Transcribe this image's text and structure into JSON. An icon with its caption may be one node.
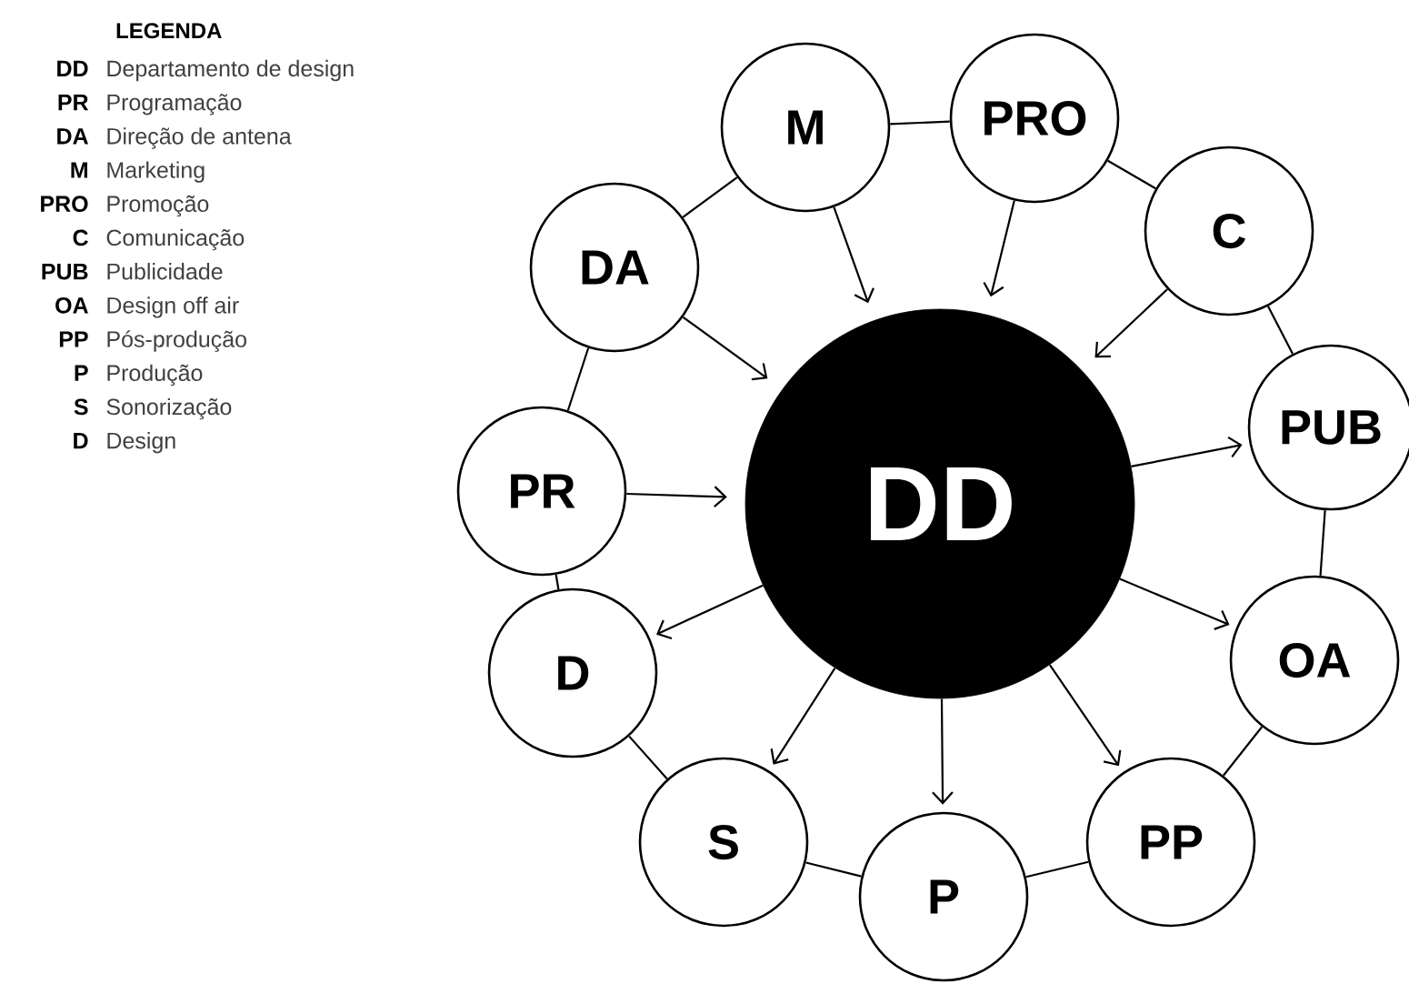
{
  "diagram": {
    "nodes": [
      {
        "text": [
          "DD"
        ]
      },
      {
        "text": [
          "M"
        ]
      },
      {
        "text": [
          "PRO"
        ]
      },
      {
        "text": [
          "C"
        ]
      },
      {
        "text": [
          "PUB"
        ]
      },
      {
        "text": [
          "OA"
        ]
      },
      {
        "text": [
          "PP"
        ]
      },
      {
        "text": [
          "P"
        ]
      },
      {
        "text": [
          "S"
        ]
      },
      {
        "text": [
          "D"
        ]
      },
      {
        "text": [
          "PR"
        ]
      },
      {
        "text": [
          "DA"
        ]
      }
    ],
    "edges": [
      {
        "from": 1,
        "to": 2,
        "arrow": "none"
      },
      {
        "from": 2,
        "to": 3,
        "arrow": "none"
      },
      {
        "from": 3,
        "to": 4,
        "arrow": "none"
      },
      {
        "from": 4,
        "to": 5,
        "arrow": "none"
      },
      {
        "from": 5,
        "to": 6,
        "arrow": "none"
      },
      {
        "from": 6,
        "to": 7,
        "arrow": "none"
      },
      {
        "from": 7,
        "to": 8,
        "arrow": "none"
      },
      {
        "from": 8,
        "to": 9,
        "arrow": "none"
      },
      {
        "from": 9,
        "to": 10,
        "arrow": "none"
      },
      {
        "from": 10,
        "to": 11,
        "arrow": "none"
      },
      {
        "from": 11,
        "to": 1,
        "arrow": "none"
      },
      {
        "from": 1,
        "to": 0,
        "arrow": "to"
      },
      {
        "from": 2,
        "to": 0,
        "arrow": "to"
      },
      {
        "from": 3,
        "to": 0,
        "arrow": "to"
      },
      {
        "from": 11,
        "to": 0,
        "arrow": "to"
      },
      {
        "from": 10,
        "to": 0,
        "arrow": "to"
      },
      {
        "from": 0,
        "to": 4,
        "arrow": "to"
      },
      {
        "from": 0,
        "to": 5,
        "arrow": "to"
      },
      {
        "from": 0,
        "to": 6,
        "arrow": "to"
      },
      {
        "from": 0,
        "to": 7,
        "arrow": "to"
      },
      {
        "from": 0,
        "to": 8,
        "arrow": "to"
      },
      {
        "from": 0,
        "to": 9,
        "arrow": "to"
      }
    ],
    "labels": [
      "LEGENDA",
      "DD",
      "Departamento de design",
      "PR",
      "Programação",
      "DA",
      "Direção de antena",
      "M",
      "Marketing",
      "PRO",
      "Promoção",
      "C",
      "Comunicação",
      "PUB",
      "Publicidade",
      "OA",
      "Design off air",
      "PP",
      "Pós-produção",
      "P",
      "Produção",
      "S",
      "Sonorização",
      "D",
      "Design"
    ]
  }
}
